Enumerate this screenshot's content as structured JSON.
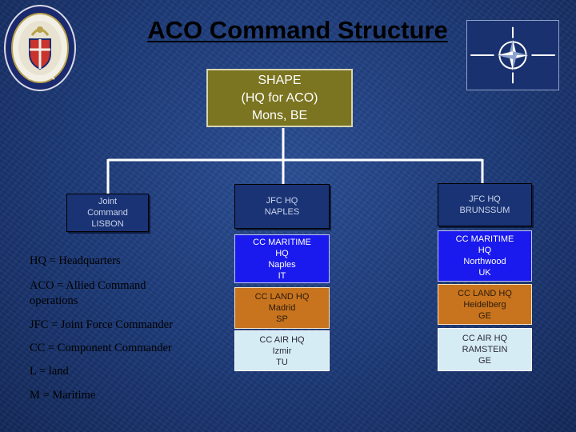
{
  "title": "ACO Command Structure",
  "colors": {
    "background": "#1f3c7a",
    "shape_box": "#7b7420",
    "hq_box": "#1a3375",
    "maritime_box": "#1a1aee",
    "land_box": "#c8741e",
    "air_box": "#d6ecf4",
    "connector": "#ffffff"
  },
  "icons": {
    "seal": "national-defense-university-seal-icon",
    "flag": "nato-flag-icon"
  },
  "shape": {
    "line1": "SHAPE",
    "line2": "(HQ for ACO)",
    "line3": "Mons, BE"
  },
  "jc_lisbon": {
    "line1": "Joint",
    "line2": "Command",
    "line3": "LISBON"
  },
  "jfc_naples": {
    "hq": {
      "line1": "JFC HQ",
      "line2": "NAPLES"
    },
    "maritime": {
      "line1": "CC MARITIME",
      "line2": "HQ",
      "line3": "Naples",
      "line4": "IT"
    },
    "land": {
      "line1": "CC LAND HQ",
      "line2": "Madrid",
      "line3": "SP"
    },
    "air": {
      "line1": "CC AIR HQ",
      "line2": "Izmir",
      "line3": "TU"
    }
  },
  "jfc_brunssum": {
    "hq": {
      "line1": "JFC HQ",
      "line2": "BRUNSSUM"
    },
    "maritime": {
      "line1": "CC MARITIME",
      "line2": "HQ",
      "line3": "Northwood",
      "line4": "UK"
    },
    "land": {
      "line1": "CC LAND HQ",
      "line2": "Heidelberg",
      "line3": "GE"
    },
    "air": {
      "line1": "CC AIR HQ",
      "line2": "RAMSTEIN",
      "line3": "GE"
    }
  },
  "legend": [
    "HQ = Headquarters",
    "ACO = Allied Command",
    "operations",
    "JFC = Joint Force Commander",
    "CC = Component Commander",
    "L = land",
    "M = Maritime"
  ]
}
